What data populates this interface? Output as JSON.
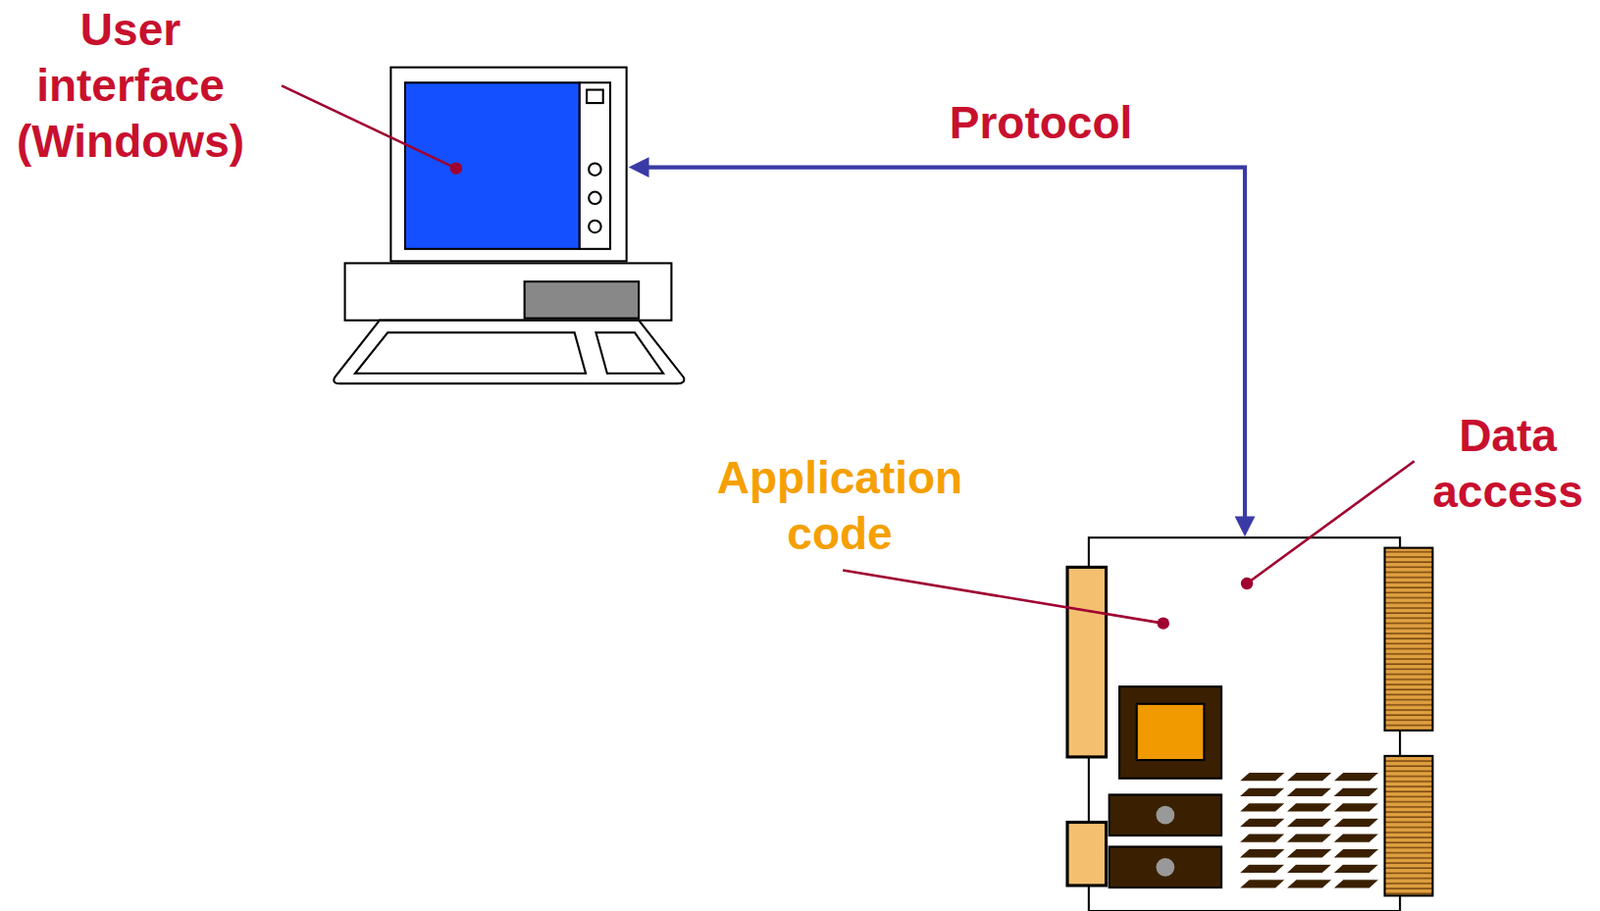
{
  "diagram": {
    "labels": [
      "User interface (Windows)",
      "Protocol",
      "Application code",
      "Data access"
    ]
  }
}
